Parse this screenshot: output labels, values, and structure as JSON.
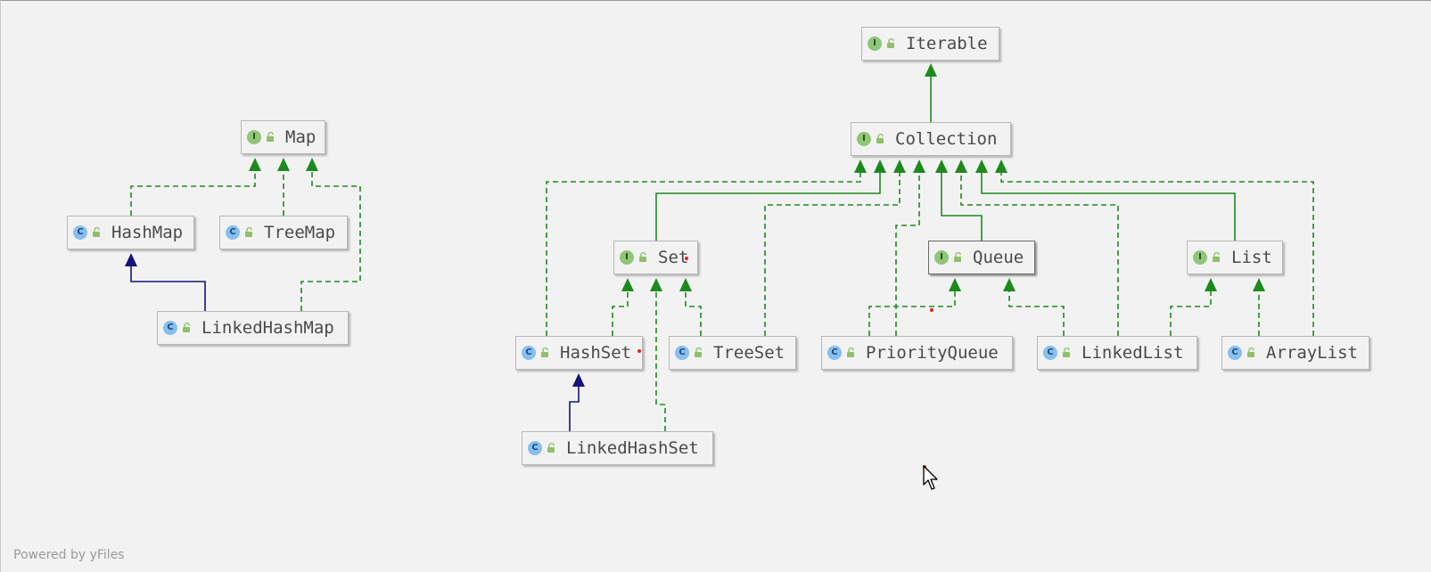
{
  "diagram": {
    "nodes": [
      {
        "id": "Iterable",
        "label": "Iterable",
        "kind": "I"
      },
      {
        "id": "Collection",
        "label": "Collection",
        "kind": "I"
      },
      {
        "id": "Map",
        "label": "Map",
        "kind": "I"
      },
      {
        "id": "HashMap",
        "label": "HashMap",
        "kind": "C"
      },
      {
        "id": "TreeMap",
        "label": "TreeMap",
        "kind": "C"
      },
      {
        "id": "LinkedHashMap",
        "label": "LinkedHashMap",
        "kind": "C"
      },
      {
        "id": "Set",
        "label": "Set",
        "kind": "I"
      },
      {
        "id": "Queue",
        "label": "Queue",
        "kind": "I"
      },
      {
        "id": "List",
        "label": "List",
        "kind": "I"
      },
      {
        "id": "HashSet",
        "label": "HashSet",
        "kind": "C"
      },
      {
        "id": "TreeSet",
        "label": "TreeSet",
        "kind": "C"
      },
      {
        "id": "PriorityQueue",
        "label": "PriorityQueue",
        "kind": "C"
      },
      {
        "id": "LinkedList",
        "label": "LinkedList",
        "kind": "C"
      },
      {
        "id": "ArrayList",
        "label": "ArrayList",
        "kind": "C"
      },
      {
        "id": "LinkedHashSet",
        "label": "LinkedHashSet",
        "kind": "C"
      }
    ],
    "edges": [
      {
        "from": "Collection",
        "to": "Iterable",
        "type": "extends-interface"
      },
      {
        "from": "HashMap",
        "to": "Map",
        "type": "implements"
      },
      {
        "from": "TreeMap",
        "to": "Map",
        "type": "implements"
      },
      {
        "from": "LinkedHashMap",
        "to": "Map",
        "type": "implements"
      },
      {
        "from": "LinkedHashMap",
        "to": "HashMap",
        "type": "extends-class"
      },
      {
        "from": "Set",
        "to": "Collection",
        "type": "extends-interface"
      },
      {
        "from": "Queue",
        "to": "Collection",
        "type": "extends-interface"
      },
      {
        "from": "List",
        "to": "Collection",
        "type": "extends-interface"
      },
      {
        "from": "HashSet",
        "to": "Collection",
        "type": "implements"
      },
      {
        "from": "TreeSet",
        "to": "Collection",
        "type": "implements"
      },
      {
        "from": "PriorityQueue",
        "to": "Collection",
        "type": "implements"
      },
      {
        "from": "LinkedList",
        "to": "Collection",
        "type": "implements"
      },
      {
        "from": "ArrayList",
        "to": "Collection",
        "type": "implements"
      },
      {
        "from": "HashSet",
        "to": "Set",
        "type": "implements"
      },
      {
        "from": "TreeSet",
        "to": "Set",
        "type": "implements"
      },
      {
        "from": "LinkedHashSet",
        "to": "Set",
        "type": "implements"
      },
      {
        "from": "LinkedHashSet",
        "to": "HashSet",
        "type": "extends-class"
      },
      {
        "from": "PriorityQueue",
        "to": "Queue",
        "type": "implements"
      },
      {
        "from": "LinkedList",
        "to": "Queue",
        "type": "implements"
      },
      {
        "from": "LinkedList",
        "to": "List",
        "type": "implements"
      },
      {
        "from": "ArrayList",
        "to": "List",
        "type": "implements"
      }
    ],
    "selected": "Queue"
  },
  "colors": {
    "interface_edge": "#1e8a1e",
    "class_edge": "#14147a",
    "interface_badge": "#8fc678",
    "class_badge": "#86bff0"
  },
  "icons": {
    "interface": "interface-badge-icon",
    "class": "class-badge-icon",
    "lock": "unlocked-icon"
  },
  "footer": {
    "text": "Powered by yFiles"
  }
}
